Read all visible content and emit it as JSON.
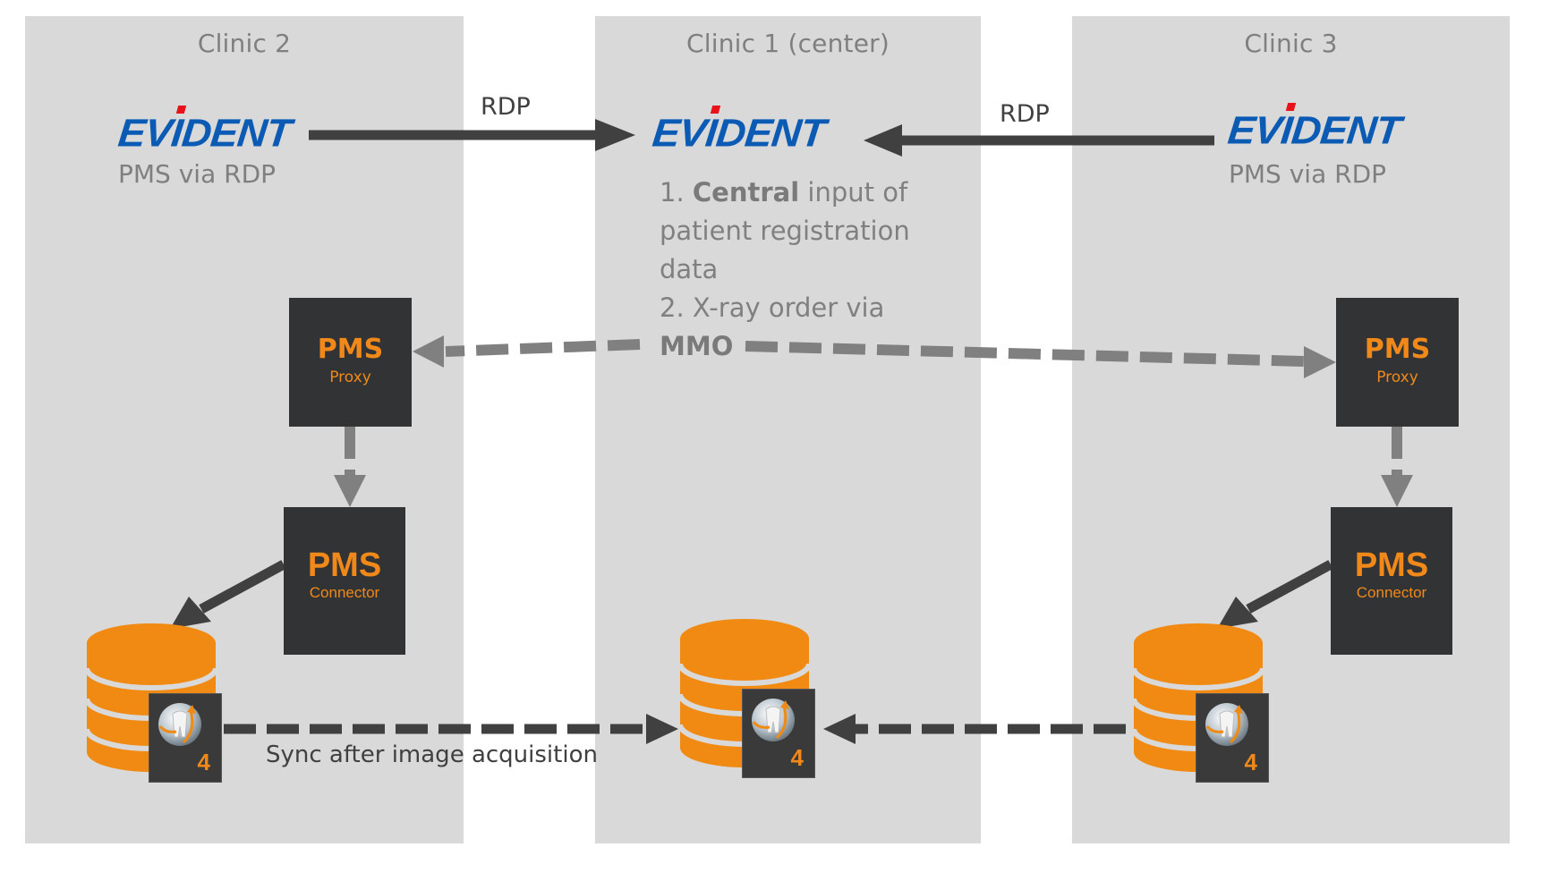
{
  "panels": {
    "clinic2": {
      "title": "Clinic 2",
      "logo": "EVIDENT",
      "logo_dot_color": "#e8121a",
      "subtitle": "PMS via RDP"
    },
    "clinic1": {
      "title": "Clinic 1 (center)",
      "logo": "EVIDENT"
    },
    "clinic3": {
      "title": "Clinic 3",
      "logo": "EVIDENT",
      "subtitle": "PMS via RDP"
    }
  },
  "connections": {
    "rdp_left": "RDP",
    "rdp_right": "RDP",
    "sync_label": "Sync after image acquisition"
  },
  "center_note": {
    "line1_prefix": "1. ",
    "line1_bold": "Central",
    "line1_suffix": " input of",
    "line2": "patient registration",
    "line3": "data",
    "line4": "2. X-ray order via",
    "line5_bold": "MMO"
  },
  "components": {
    "proxy_title": "PMS",
    "proxy_sub": "Proxy",
    "connector_title": "PMS",
    "connector_sub": "Connector",
    "db_badge_number": "4",
    "db_icon": "database-icon",
    "app_icon": "tooth-globe-icon"
  },
  "colors": {
    "panel_bg": "#d9d9d9",
    "box_bg": "#323335",
    "accent_orange": "#f0891a",
    "evident_blue": "#0b5bb4",
    "arrow_dark": "#404040",
    "arrow_gray": "#7f7f7f"
  }
}
